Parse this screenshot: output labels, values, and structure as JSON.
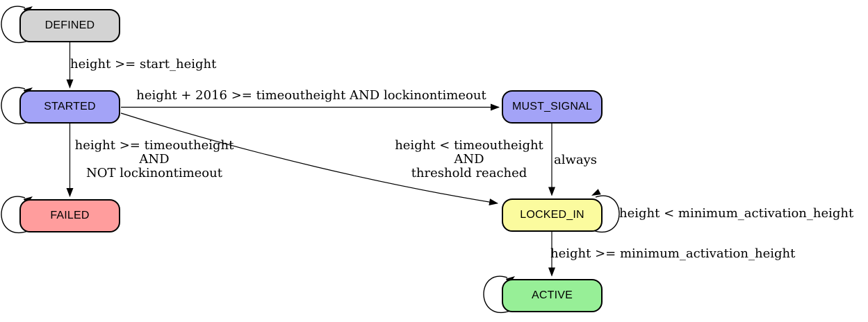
{
  "diagram_type": "state-machine",
  "background": "#ffffff",
  "edge_color": "#000000",
  "node_border_color": "#000000",
  "nodes": [
    {
      "id": "defined",
      "label": "DEFINED",
      "fill": "#d3d3d3"
    },
    {
      "id": "started",
      "label": "STARTED",
      "fill": "#a3a3f7"
    },
    {
      "id": "must_signal",
      "label": "MUST_SIGNAL",
      "fill": "#a3a3f7"
    },
    {
      "id": "failed",
      "label": "FAILED",
      "fill": "#ff9d9d"
    },
    {
      "id": "locked_in",
      "label": "LOCKED_IN",
      "fill": "#fbfb9e"
    },
    {
      "id": "active",
      "label": "ACTIVE",
      "fill": "#97ef97"
    }
  ],
  "edges": [
    {
      "from": "DEFINED",
      "to": "STARTED",
      "label": "height >= start_height"
    },
    {
      "from": "STARTED",
      "to": "MUST_SIGNAL",
      "label": "height + 2016 >= timeoutheight AND lockinontimeout"
    },
    {
      "from": "STARTED",
      "to": "FAILED",
      "label": "height >= timeoutheight\nAND\nNOT lockinontimeout"
    },
    {
      "from": "STARTED",
      "to": "LOCKED_IN",
      "label": "height < timeoutheight\nAND\nthreshold reached"
    },
    {
      "from": "MUST_SIGNAL",
      "to": "LOCKED_IN",
      "label": "always"
    },
    {
      "from": "LOCKED_IN",
      "to": "LOCKED_IN",
      "label": "height < minimum_activation_height"
    },
    {
      "from": "LOCKED_IN",
      "to": "ACTIVE",
      "label": "height >= minimum_activation_height"
    },
    {
      "from": "DEFINED",
      "to": "DEFINED",
      "label": ""
    },
    {
      "from": "STARTED",
      "to": "STARTED",
      "label": ""
    },
    {
      "from": "FAILED",
      "to": "FAILED",
      "label": ""
    },
    {
      "from": "ACTIVE",
      "to": "ACTIVE",
      "label": ""
    }
  ]
}
